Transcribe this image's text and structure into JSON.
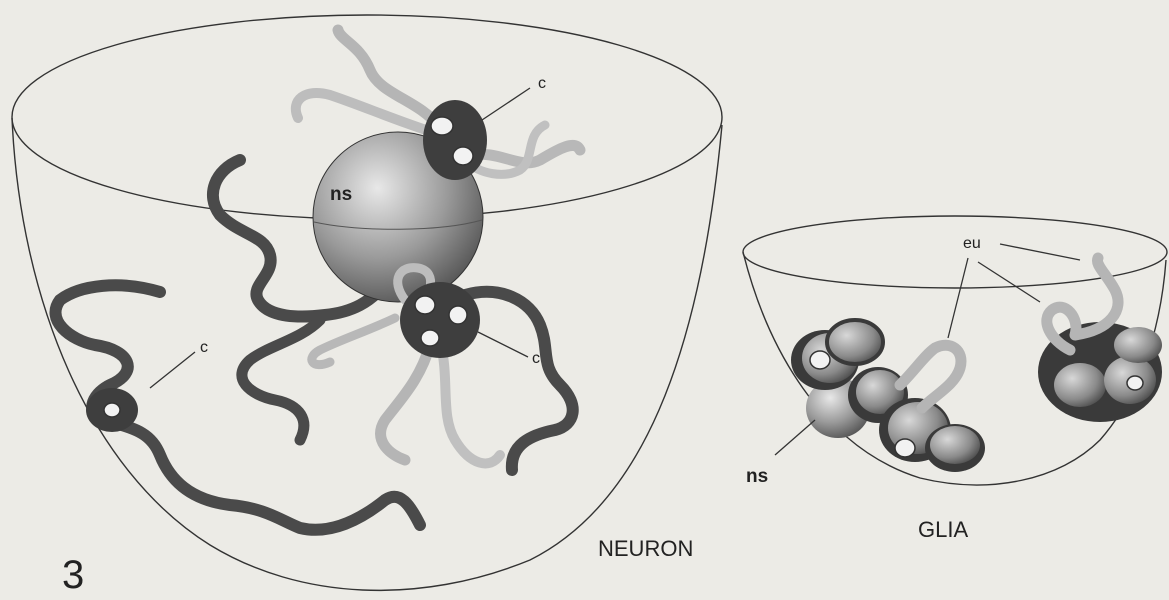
{
  "figure": {
    "number": "3",
    "neuron": {
      "title": "NEURON",
      "nucleolus_label": "ns",
      "chromocenter_labels": [
        "c",
        "c",
        "c"
      ]
    },
    "glia": {
      "title": "GLIA",
      "nucleolus_label": "ns",
      "euchromatin_label": "eu"
    }
  },
  "colors": {
    "background": "#ecebe6",
    "heterochromatin": "#4a4a4a",
    "euchromatin": "#b5b5b5",
    "outline": "#333333"
  }
}
